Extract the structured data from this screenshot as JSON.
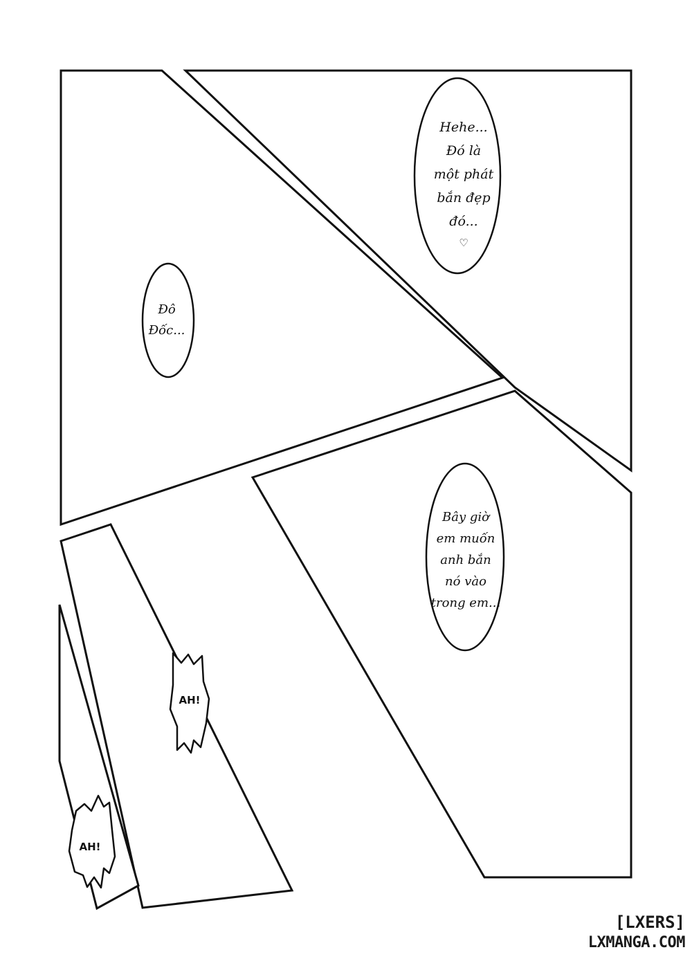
{
  "panels": {
    "panel_1": {
      "speech": [
        "Hehe...",
        "Đó là",
        "một phát",
        "bắn đẹp",
        "đó..."
      ],
      "symbol": "♡"
    },
    "panel_2": {
      "speech": [
        "Đô",
        "Đốc..."
      ]
    },
    "panel_3": {
      "speech": [
        "Bây giờ",
        "em muốn",
        "anh bắn",
        "nó vào",
        "trong em..."
      ]
    },
    "panel_4": {
      "sfx": "AH!"
    },
    "panel_5": {
      "sfx": "AH!"
    }
  },
  "watermark": {
    "top": "[LXERS]",
    "bottom": "LXMANGA.COM"
  },
  "colors": {
    "ink": "#111111",
    "paper": "#ffffff"
  }
}
